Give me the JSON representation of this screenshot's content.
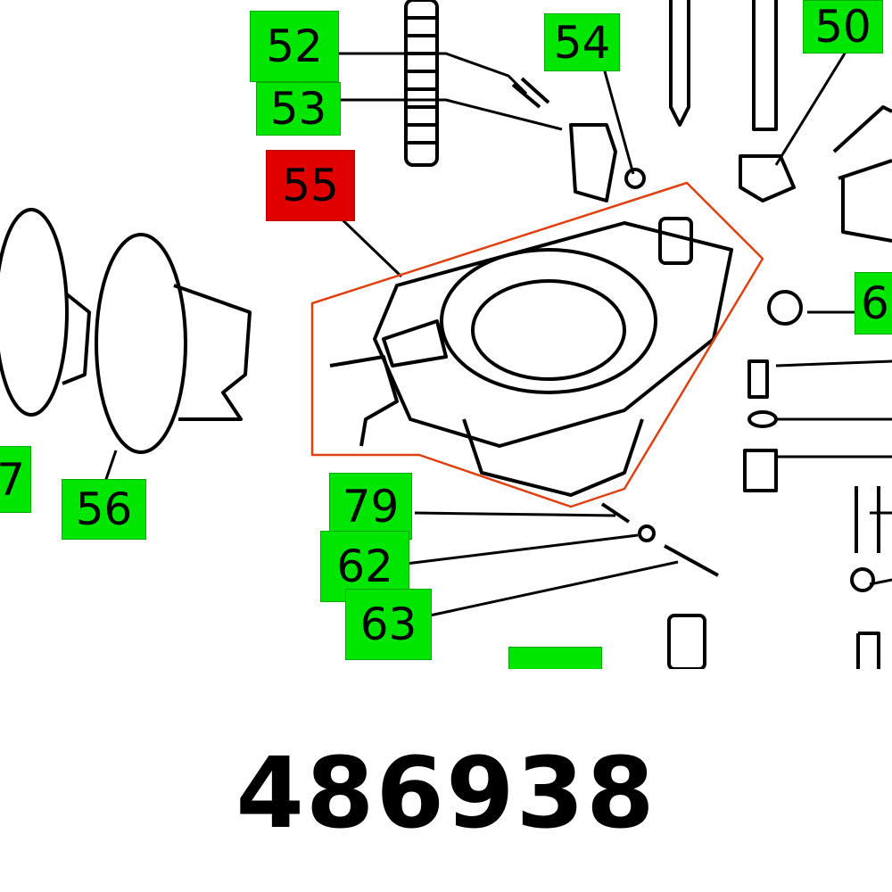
{
  "part_number": "486938",
  "colors": {
    "callout": "#00e600",
    "highlight_callout": "#e00000",
    "highlight_outline": "#e04010"
  },
  "callouts": [
    {
      "label": "52",
      "highlighted": false
    },
    {
      "label": "53",
      "highlighted": false
    },
    {
      "label": "54",
      "highlighted": false
    },
    {
      "label": "50",
      "highlighted": false
    },
    {
      "label": "55",
      "highlighted": true
    },
    {
      "label": "56",
      "highlighted": false
    },
    {
      "label": "7",
      "highlighted": false
    },
    {
      "label": "6",
      "highlighted": false
    },
    {
      "label": "79",
      "highlighted": false
    },
    {
      "label": "62",
      "highlighted": false
    },
    {
      "label": "63",
      "highlighted": false
    },
    {
      "label": "",
      "highlighted": false
    }
  ]
}
